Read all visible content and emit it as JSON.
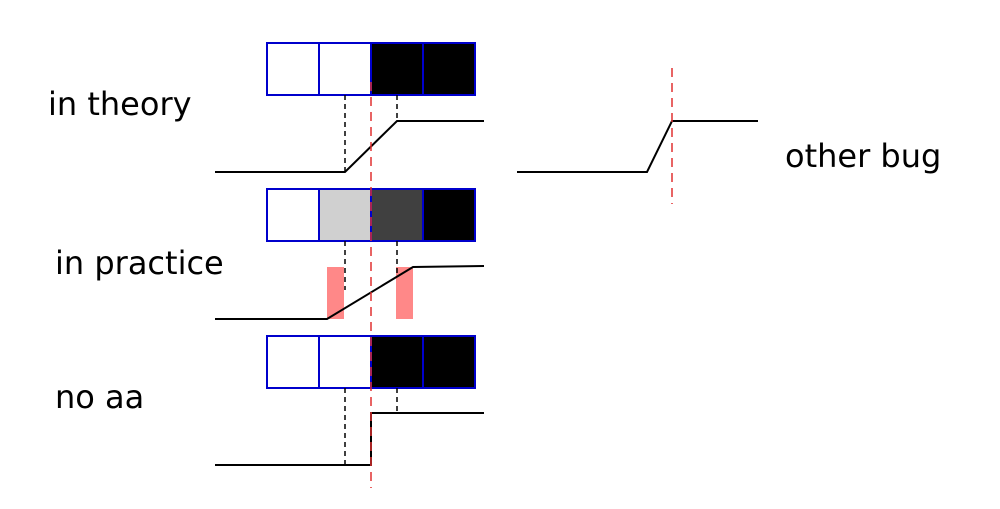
{
  "labels": {
    "theory": "in theory",
    "practice": "in practice",
    "noaa": "no aa",
    "other": "other bug"
  },
  "colors": {
    "cell_border": "#0000cc",
    "white": "#ffffff",
    "light_gray": "#d0d0d0",
    "dark_gray": "#404040",
    "black": "#000000",
    "red_dash": "#e03030",
    "pink_marker": "#ff8888"
  },
  "rows": {
    "theory": [
      "white",
      "white",
      "black",
      "black"
    ],
    "practice": [
      "white",
      "light_gray",
      "dark_gray",
      "black"
    ],
    "noaa": [
      "white",
      "white",
      "black",
      "black"
    ]
  }
}
